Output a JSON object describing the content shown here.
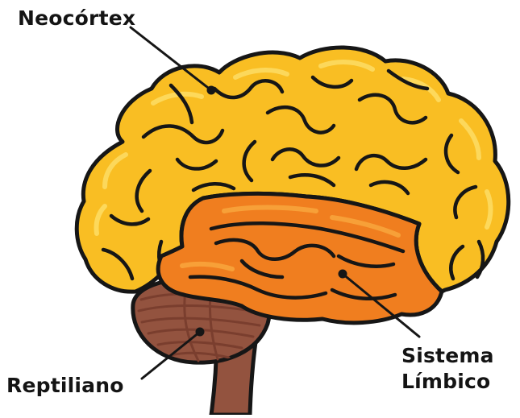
{
  "labels": {
    "neocortex": "Neocórtex",
    "reptiliano": "Reptiliano",
    "limbico_line1": "Sistema",
    "limbico_line2": "Límbico"
  },
  "colors": {
    "neocortex_fill": "#F9BE23",
    "neocortex_highlight": "#FDDB62",
    "limbic_fill": "#F07E1F",
    "limbic_highlight": "#F8A43B",
    "reptilian_fill": "#93533F",
    "reptilian_line": "#7A3E2E",
    "outline": "#161616",
    "text": "#141414"
  },
  "icons": {
    "brain": "brain-illustration"
  }
}
